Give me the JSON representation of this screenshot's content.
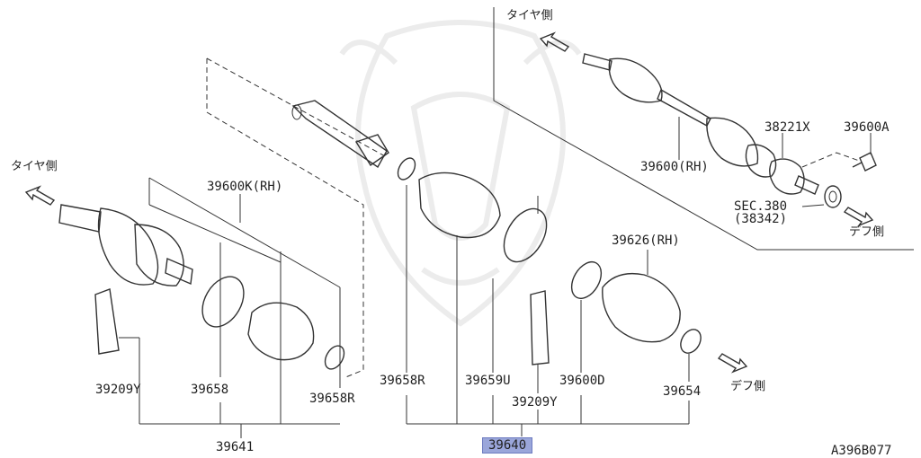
{
  "diagram_id": "A396B077",
  "directions": {
    "tire_side_top": "タイヤ側",
    "tire_side_left": "タイヤ側",
    "diff_side_top": "デフ側",
    "diff_side_bottom": "デフ側"
  },
  "parts": {
    "p38221x": "38221X",
    "p39600a": "39600A",
    "p39600rh": "39600(RH)",
    "sec380": "SEC.380",
    "p38342": "(38342)",
    "p39600krh": "39600K(RH)",
    "p39626rh": "39626(RH)",
    "p39209y_left": "39209Y",
    "p39658": "39658",
    "p39658r_left": "39658R",
    "p39658r_mid": "39658R",
    "p39659u": "39659U",
    "p39209y_mid": "39209Y",
    "p39600d": "39600D",
    "p39654": "39654",
    "p39641": "39641",
    "p39640": "39640"
  },
  "highlight": {
    "part": "39640",
    "color": "#9aa6da"
  }
}
